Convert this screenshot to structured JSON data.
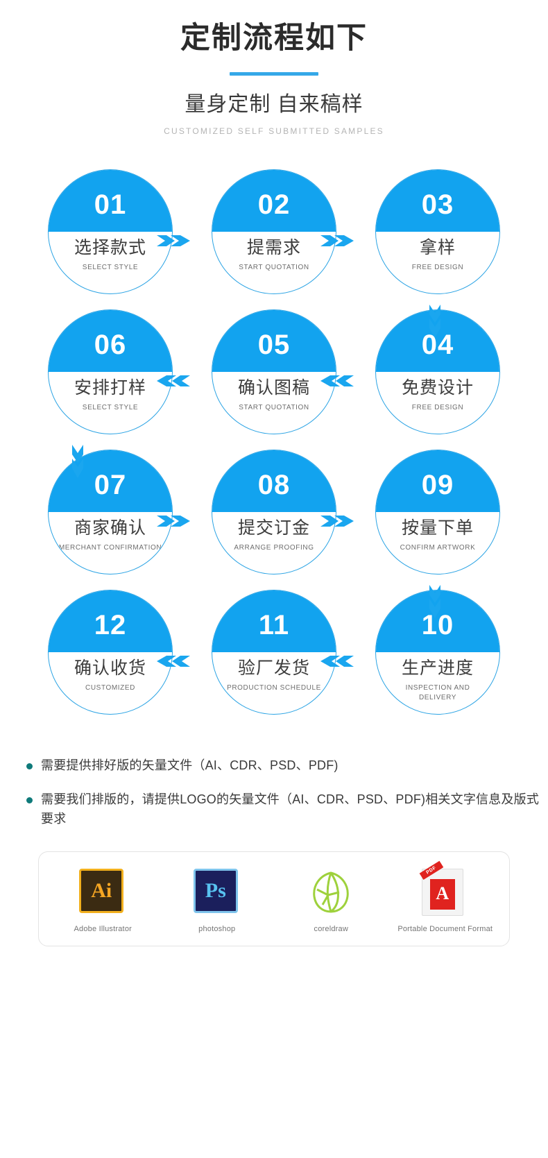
{
  "header": {
    "title": "定制流程如下",
    "subtitle": "量身定制 自来稿样",
    "english": "CUSTOMIZED SELF SUBMITTED SAMPLES",
    "accent_color": "#35a8e8"
  },
  "flow": {
    "node_color": "#12a3ef",
    "border_color": "#2aa3e4",
    "arrow_color": "#1aa6ef",
    "rows": [
      {
        "direction": "right",
        "nodes": [
          {
            "num": "01",
            "cn": "选择款式",
            "en": "SELECT STYLE"
          },
          {
            "num": "02",
            "cn": "提需求",
            "en": "START QUOTATION"
          },
          {
            "num": "03",
            "cn": "拿样",
            "en": "FREE DESIGN"
          }
        ]
      },
      {
        "direction": "left",
        "nodes": [
          {
            "num": "06",
            "cn": "安排打样",
            "en": "SELECT STYLE"
          },
          {
            "num": "05",
            "cn": "确认图稿",
            "en": "START QUOTATION"
          },
          {
            "num": "04",
            "cn": "免费设计",
            "en": "FREE DESIGN"
          }
        ]
      },
      {
        "direction": "right",
        "nodes": [
          {
            "num": "07",
            "cn": "商家确认",
            "en": "MERCHANT CONFIRMATION"
          },
          {
            "num": "08",
            "cn": "提交订金",
            "en": "ARRANGE PROOFING"
          },
          {
            "num": "09",
            "cn": "按量下单",
            "en": "CONFIRM ARTWORK"
          }
        ]
      },
      {
        "direction": "left",
        "nodes": [
          {
            "num": "12",
            "cn": "确认收货",
            "en": "CUSTOMIZED"
          },
          {
            "num": "11",
            "cn": "验厂发货",
            "en": "PRODUCTION SCHEDULE"
          },
          {
            "num": "10",
            "cn": "生产进度",
            "en": "INSPECTION AND DELIVERY"
          }
        ]
      }
    ]
  },
  "notes": {
    "bullet_color": "#0f7a7a",
    "items": [
      "需要提供排好版的矢量文件（AI、CDR、PSD、PDF)",
      "需要我们排版的，请提供LOGO的矢量文件（AI、CDR、PSD、PDF)相关文字信息及版式要求"
    ]
  },
  "software": {
    "items": [
      {
        "icon": "adobe-illustrator-icon",
        "mark": "Ai",
        "label": "Adobe Illustrator"
      },
      {
        "icon": "photoshop-icon",
        "mark": "Ps",
        "label": "photoshop"
      },
      {
        "icon": "coreldraw-icon",
        "mark": "",
        "label": "coreldraw"
      },
      {
        "icon": "pdf-icon",
        "mark": "A",
        "label": "Portable Document Format"
      }
    ]
  }
}
